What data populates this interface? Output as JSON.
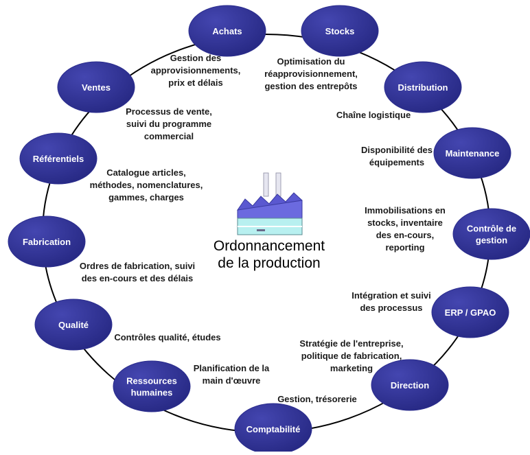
{
  "diagram": {
    "center": {
      "title_lines": [
        "Ordonnancement",
        "de la production"
      ],
      "icon": "factory-icon"
    },
    "nodes": [
      {
        "id": "achats",
        "lines": [
          "Achats"
        ]
      },
      {
        "id": "stocks",
        "lines": [
          "Stocks"
        ]
      },
      {
        "id": "distribution",
        "lines": [
          "Distribution"
        ]
      },
      {
        "id": "maintenance",
        "lines": [
          "Maintenance"
        ]
      },
      {
        "id": "controle-de-gestion",
        "lines": [
          "Contrôle de",
          "gestion"
        ]
      },
      {
        "id": "erp-gpao",
        "lines": [
          "ERP / GPAO"
        ]
      },
      {
        "id": "direction",
        "lines": [
          "Direction"
        ]
      },
      {
        "id": "comptabilite",
        "lines": [
          "Comptabilité"
        ]
      },
      {
        "id": "ressources-humaines",
        "lines": [
          "Ressources",
          "humaines"
        ]
      },
      {
        "id": "qualite",
        "lines": [
          "Qualité"
        ]
      },
      {
        "id": "fabrication",
        "lines": [
          "Fabrication"
        ]
      },
      {
        "id": "referentiels",
        "lines": [
          "Référentiels"
        ]
      },
      {
        "id": "ventes",
        "lines": [
          "Ventes"
        ]
      }
    ],
    "annotations": [
      {
        "id": "achats",
        "lines": [
          "Gestion des",
          "approvisionnements,",
          "prix et délais"
        ]
      },
      {
        "id": "stocks",
        "lines": [
          "Optimisation du",
          "réapprovisionnement,",
          "gestion des entrepôts"
        ]
      },
      {
        "id": "distribution",
        "lines": [
          "Chaîne logistique"
        ]
      },
      {
        "id": "maintenance",
        "lines": [
          "Disponibilité des",
          "équipements"
        ]
      },
      {
        "id": "controle-de-gestion",
        "lines": [
          "Immobilisations en",
          "stocks, inventaire",
          "des en-cours,",
          "reporting"
        ]
      },
      {
        "id": "erp-gpao",
        "lines": [
          "Intégration et suivi",
          "des processus"
        ]
      },
      {
        "id": "direction",
        "lines": [
          "Stratégie de l'entreprise,",
          "politique de fabrication,",
          "marketing"
        ]
      },
      {
        "id": "comptabilite",
        "lines": [
          "Gestion, trésorerie"
        ]
      },
      {
        "id": "ressources-humaines",
        "lines": [
          "Planification de la",
          "main d'œuvre"
        ]
      },
      {
        "id": "qualite",
        "lines": [
          "Contrôles qualité, études"
        ]
      },
      {
        "id": "fabrication",
        "lines": [
          "Ordres de fabrication, suivi",
          "des en-cours et des délais"
        ]
      },
      {
        "id": "referentiels",
        "lines": [
          "Catalogue articles,",
          "méthodes, nomenclatures,",
          "gammes, charges"
        ]
      },
      {
        "id": "ventes",
        "lines": [
          "Processus de vente,",
          "suivi du programme",
          "commercial"
        ]
      }
    ],
    "colors": {
      "node_fill": "#2b2d8e",
      "node_text": "#ffffff",
      "ring": "#000000",
      "annotation_text": "#1a1a1a"
    }
  }
}
